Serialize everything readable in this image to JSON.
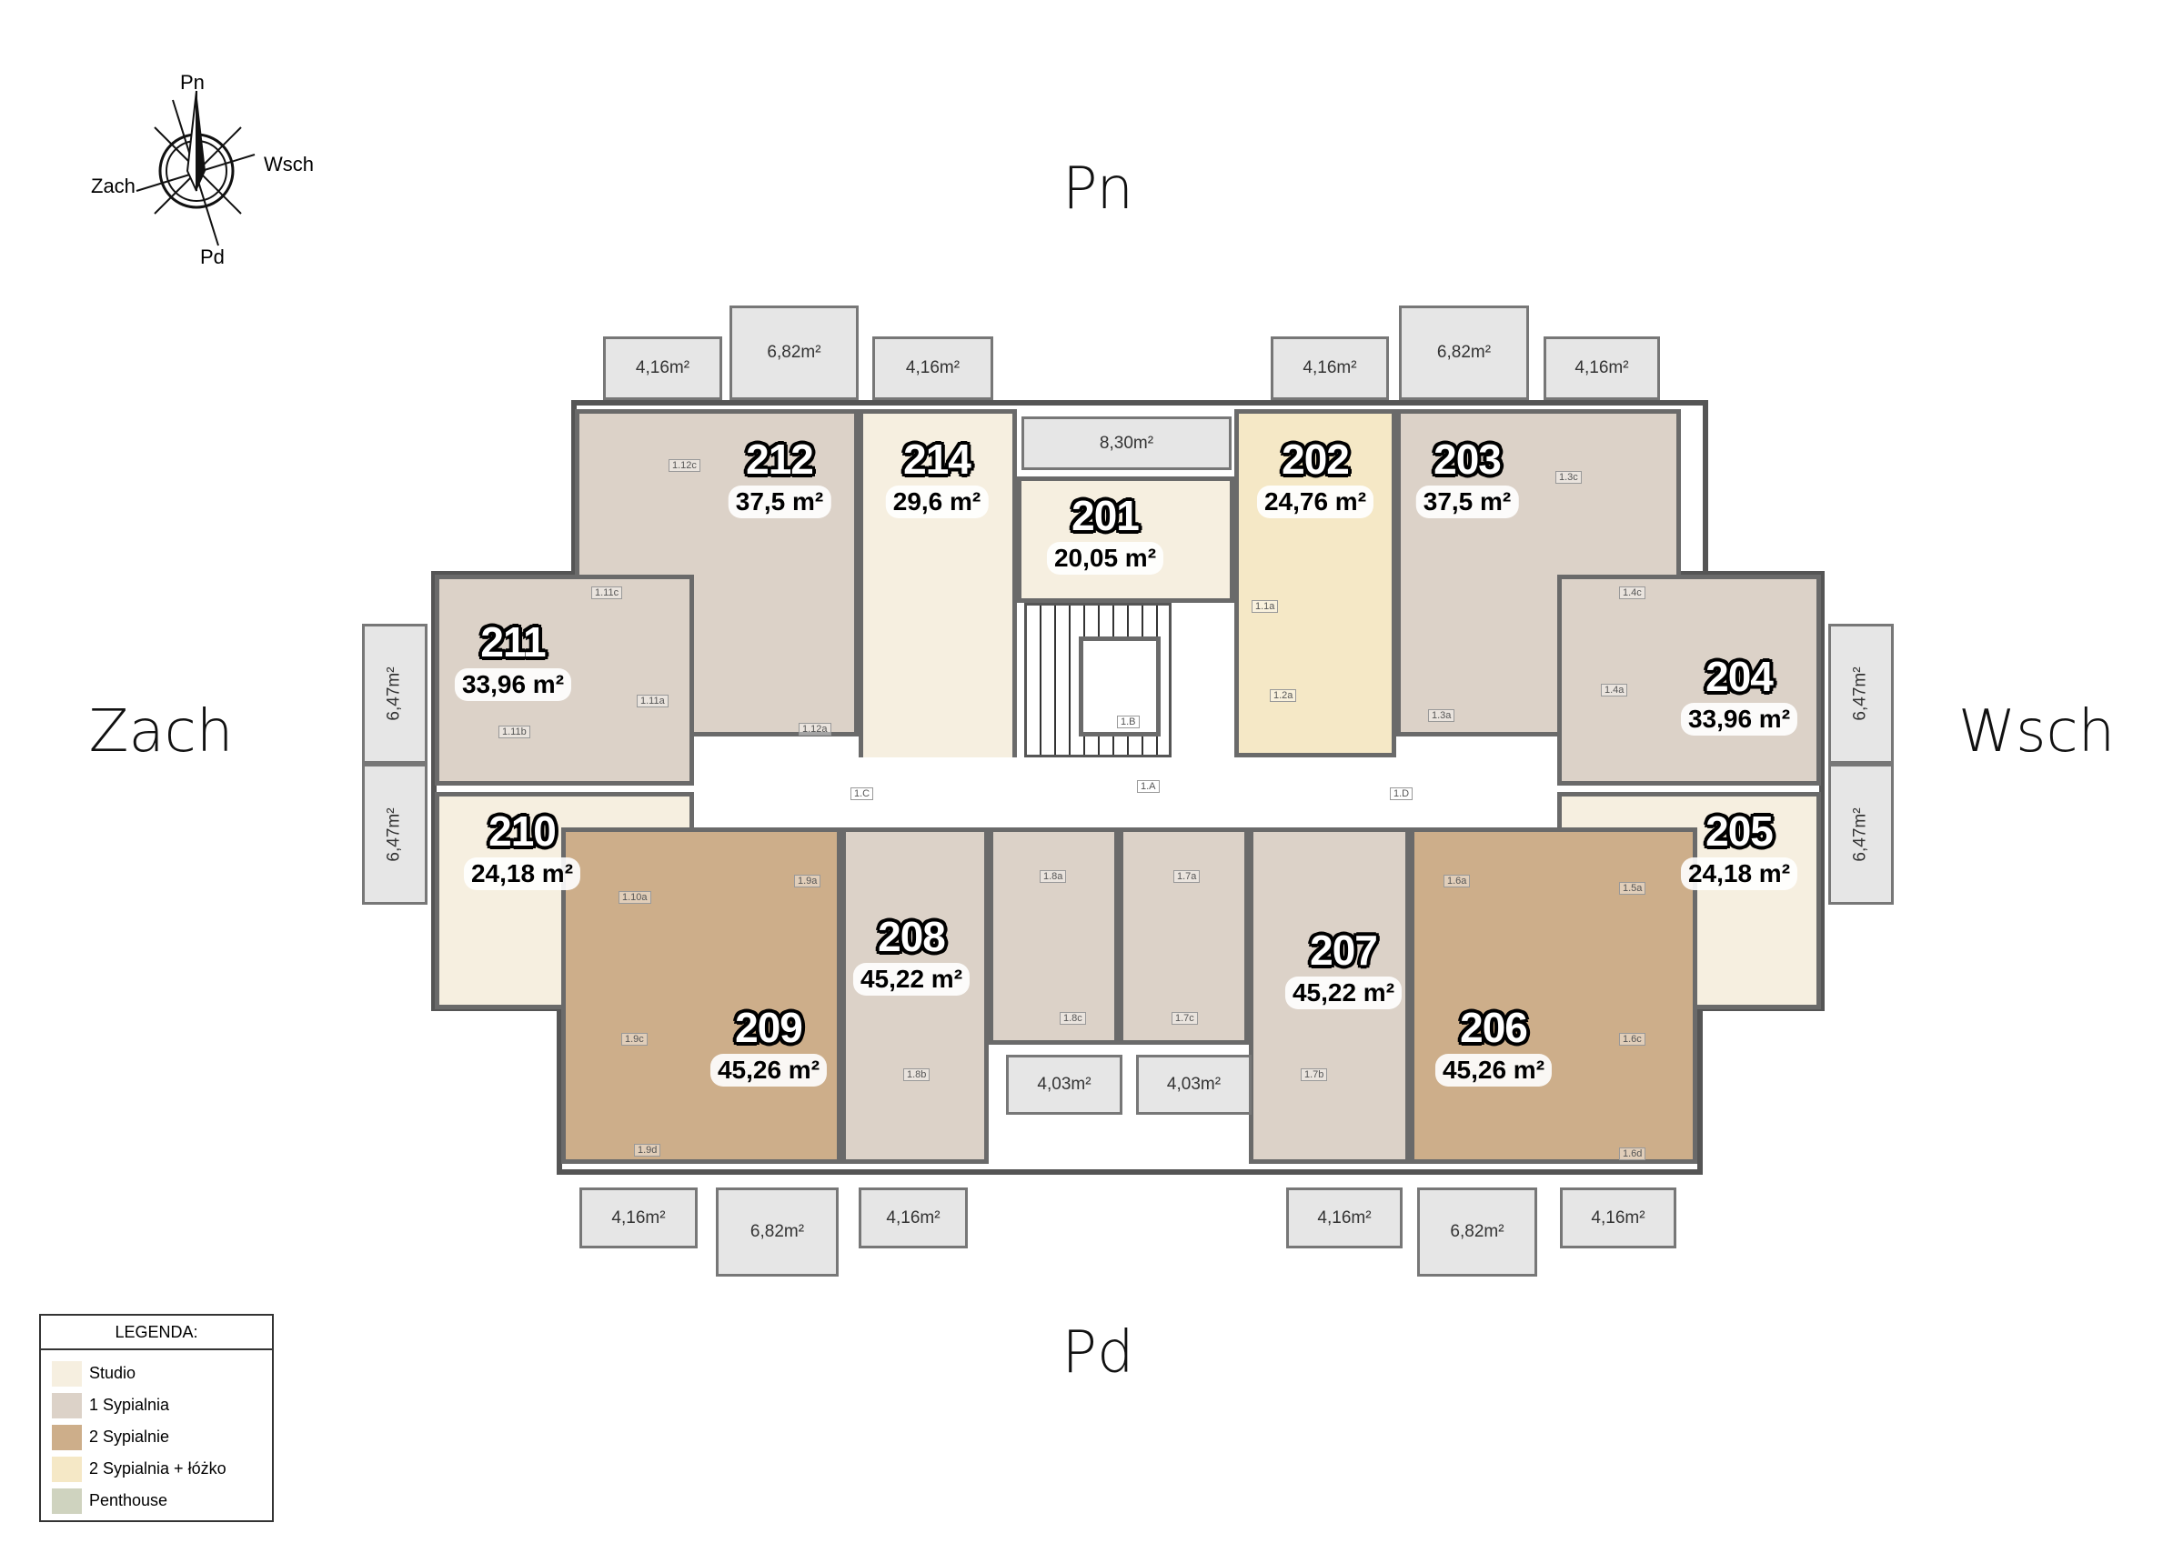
{
  "compass": {
    "north": "Pn",
    "south": "Pd",
    "west": "Zach",
    "east": "Wsch"
  },
  "directions": {
    "north": "Pn",
    "south": "Pd",
    "west": "Zach",
    "east": "Wsch"
  },
  "apartments": [
    {
      "number": "212",
      "area": "37,5 m²",
      "type": "1 Sypialnia"
    },
    {
      "number": "214",
      "area": "29,6 m²",
      "type": "Studio"
    },
    {
      "number": "201",
      "area": "20,05 m²",
      "type": "Studio"
    },
    {
      "number": "202",
      "area": "24,76 m²",
      "type": "2 Sypialnia + łóżko"
    },
    {
      "number": "203",
      "area": "37,5 m²",
      "type": "1 Sypialnia"
    },
    {
      "number": "211",
      "area": "33,96 m²",
      "type": "1 Sypialnia"
    },
    {
      "number": "204",
      "area": "33,96 m²",
      "type": "1 Sypialnia"
    },
    {
      "number": "210",
      "area": "24,18 m²",
      "type": "Studio"
    },
    {
      "number": "205",
      "area": "24,18 m²",
      "type": "Studio"
    },
    {
      "number": "208",
      "area": "45,22 m²",
      "type": "1 Sypialnia"
    },
    {
      "number": "209",
      "area": "45,26 m²",
      "type": "2 Sypialnie"
    },
    {
      "number": "207",
      "area": "45,22 m²",
      "type": "1 Sypialnia"
    },
    {
      "number": "206",
      "area": "45,26 m²",
      "type": "2 Sypialnie"
    }
  ],
  "balconies": {
    "top": [
      "4,16m²",
      "6,82m²",
      "4,16m²",
      "8,30m²",
      "4,16m²",
      "6,82m²",
      "4,16m²"
    ],
    "bottom": [
      "4,16m²",
      "6,82m²",
      "4,16m²",
      "4,03m²",
      "4,03m²",
      "4,16m²",
      "6,82m²",
      "4,16m²"
    ],
    "west": [
      "6,47m²",
      "6,47m²"
    ],
    "east": [
      "6,47m²",
      "6,47m²"
    ]
  },
  "room_codes": [
    "1.12c",
    "1.11c",
    "1.11a",
    "1.11b",
    "1.12a",
    "1.3c",
    "1.4c",
    "1.4a",
    "1.3a",
    "1.2a",
    "1.1a",
    "1.B",
    "1.A",
    "1.C",
    "1.D",
    "1.10a",
    "1.9a",
    "1.9c",
    "1.9d",
    "1.8a",
    "1.8c",
    "1.8b",
    "1.7a",
    "1.7c",
    "1.7b",
    "1.6a",
    "1.6c",
    "1.6d",
    "1.5a"
  ],
  "legend": {
    "title": "LEGENDA:",
    "items": [
      {
        "label": "Studio",
        "color": "#f6efe0"
      },
      {
        "label": "1 Sypialnia",
        "color": "#dcd2c8"
      },
      {
        "label": "2 Sypialnie",
        "color": "#cdae8a"
      },
      {
        "label": "2 Sypialnia + łóżko",
        "color": "#f5e8c6"
      },
      {
        "label": "Penthouse",
        "color": "#cfd3bf"
      }
    ]
  }
}
